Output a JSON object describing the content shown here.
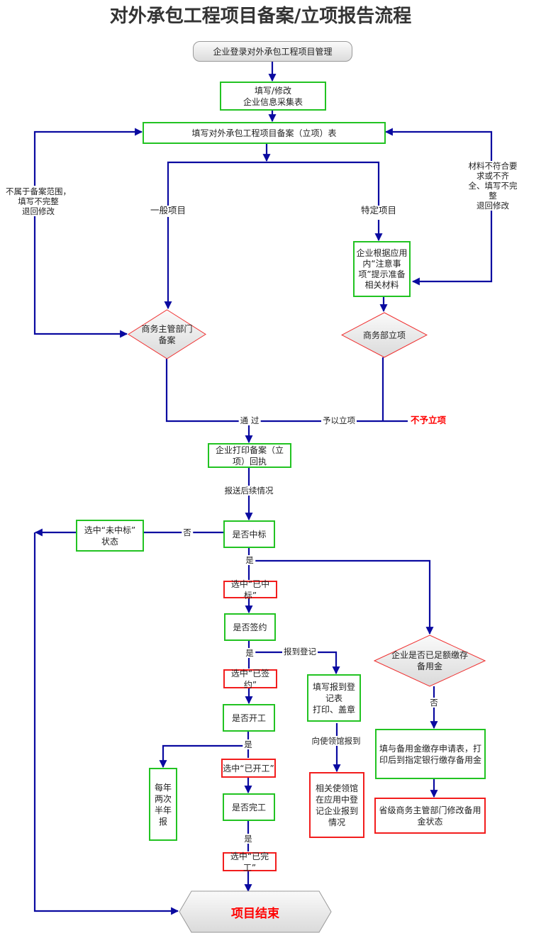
{
  "title": "对外承包工程项目备案/立项报告流程",
  "nodes": {
    "start": "企业登录对外承包工程项目管理",
    "fill_info": "填写/修改\n企业信息采集表",
    "fill_form": "填写对外承包工程项目备案（立项）表",
    "prepare_materials": "企业根据应用内“注意事项”提示准备相关材料",
    "commerce_record": "商务主管部门\n备案",
    "commerce_approve": "商务部立项",
    "print_receipt": "企业打印备案（立项）回执",
    "won_bid_q": "是否中标",
    "not_won": "选中“未中标”\n状态",
    "won": "选中“已中标”",
    "signed_q": "是否签约",
    "signed": "选中“已签约”",
    "started_q": "是否开工",
    "started": "选中“已开工”",
    "completed_q": "是否完工",
    "completed": "选中“已完工”",
    "end": "项目结束",
    "semiannual": "每年\n两次\n半年\n报",
    "register_form": "填写报到登\n记表\n打印、盖章",
    "embassy_record": "相关使领馆在应用中登记企业报到情况",
    "deposit_q": "企业是否已足额缴存\n备用金",
    "deposit_form": "填与备用金缴存申请表，打印后到指定银行缴存备用金",
    "update_deposit": "省级商务主管部门修改备用金状态"
  },
  "labels": {
    "left_return": "不属于备案范围，\n填写不完整\n退回修改",
    "right_return": "材料不符合要求或不齐\n全、填写不完整\n退回修改",
    "general": "一般项目",
    "specific": "特定项目",
    "pass": "通 过",
    "approved": "予以立项",
    "rejected": "不予立项",
    "report_followup": "报送后续情况",
    "no_bid": "否",
    "yes_bid": "是",
    "yes_sign": "是",
    "register": "报到登记",
    "yes_start": "是",
    "yes_complete": "是",
    "embassy": "向使领馆报到",
    "no_deposit": "否"
  },
  "colors": {
    "line": "#0a0aa0",
    "green_border": "#22c322",
    "red_border": "#f21d1d",
    "reject_text": "#ff0000"
  }
}
